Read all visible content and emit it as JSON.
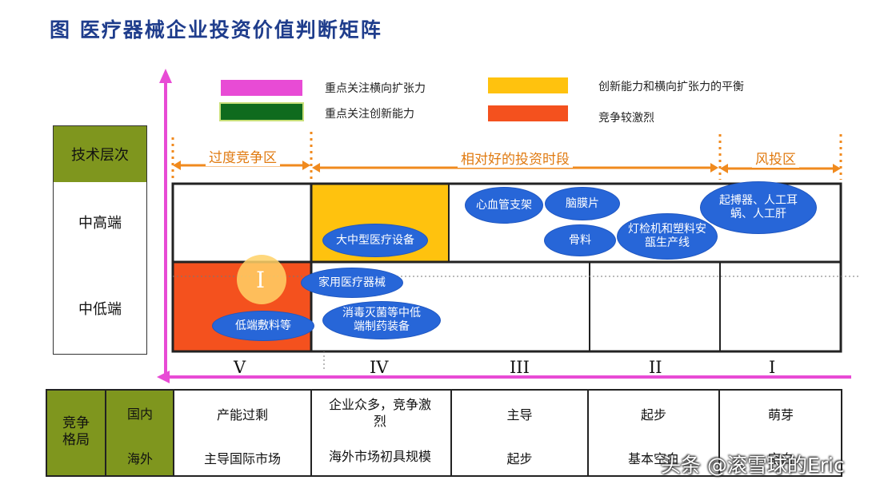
{
  "title": "图  医疗器械企业投资价值判断矩阵",
  "legend": [
    {
      "label": "重点关注横向扩张力",
      "color": "#e84bd5"
    },
    {
      "label": "重点关注创新能力",
      "color": "#0f6b1e"
    },
    {
      "label": "创新能力和横向扩张力的平衡",
      "color": "#ffc20e"
    },
    {
      "label": "竞争较激烈",
      "color": "#f4511e"
    }
  ],
  "axis": {
    "y_title": "技术层次",
    "y_levels": [
      "中高端",
      "中低端"
    ]
  },
  "sections": [
    "过度竞争区",
    "相对好的投资时段",
    "风投区"
  ],
  "columns_roman": [
    "V",
    "IV",
    "III",
    "II",
    "I"
  ],
  "bubbles": [
    "大中型医疗设备",
    "心血管支架",
    "脑膜片",
    "骨料",
    "灯检机和塑料安瓿生产线",
    "起搏器、人工耳蜗、人工肝",
    "家用医疗器械",
    "低端敷料等",
    "消毒灭菌等中低端制药装备"
  ],
  "cursor_symbol": "I",
  "competition": {
    "label": "竞争格局",
    "rows": [
      "国内",
      "海外"
    ],
    "domestic": [
      "产能过剩",
      "企业众多，竞争激烈",
      "主导",
      "起步",
      "萌芽"
    ],
    "overseas": [
      "主导国际市场",
      "海外市场初具规模",
      "起步",
      "基本空白",
      "空白"
    ]
  },
  "watermark": "头条 @滚雪球的Eric",
  "colors": {
    "axis": "#e84bd5",
    "arrow": "#f08a1e",
    "bubble": "#2766d8",
    "yellow": "#ffc20e",
    "red": "#f4511e",
    "olive": "#7f961e"
  }
}
